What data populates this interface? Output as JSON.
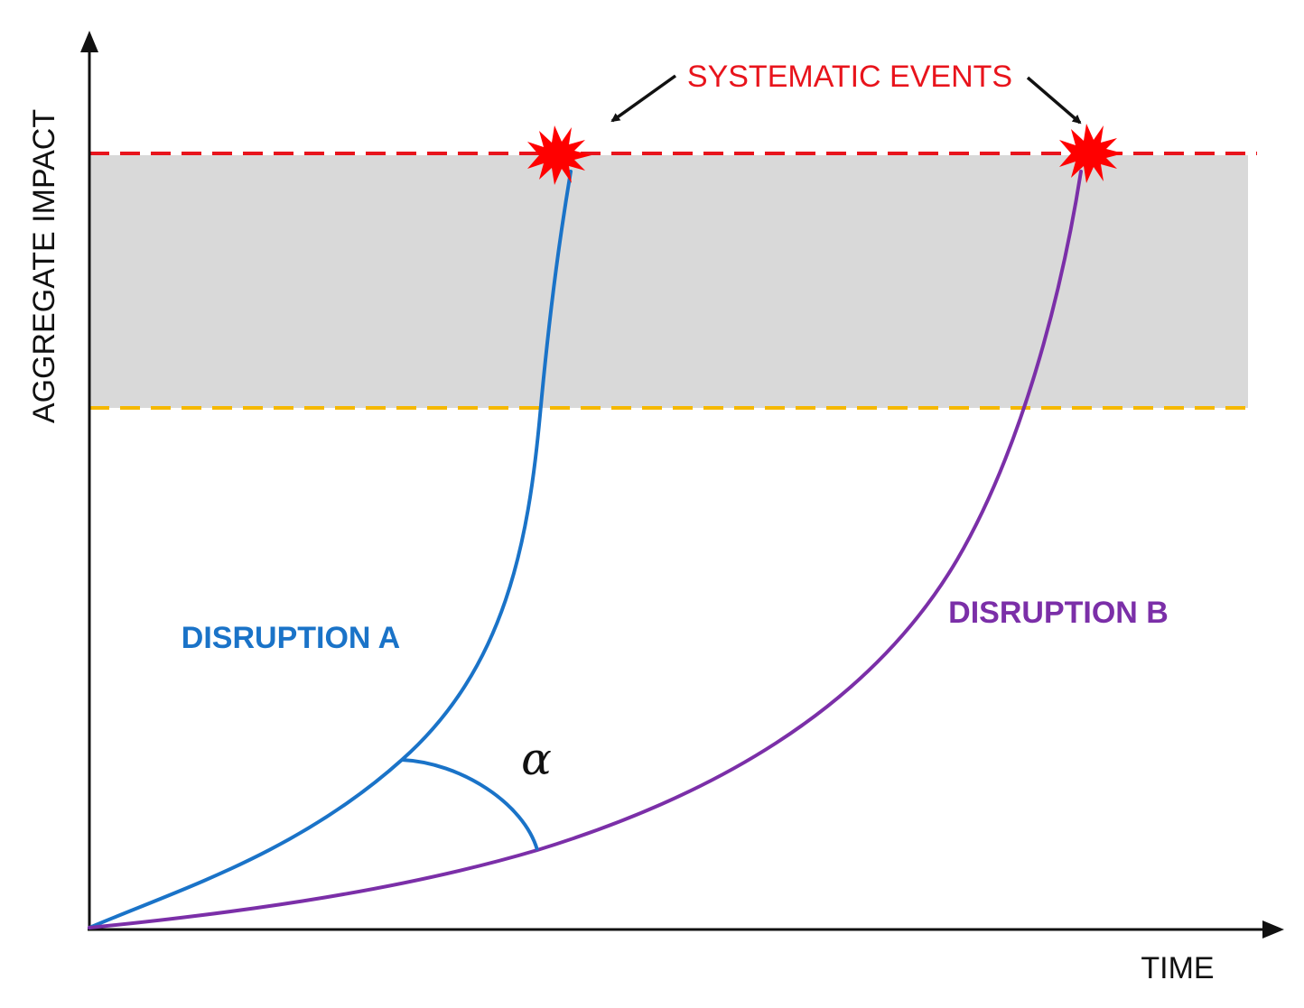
{
  "axes": {
    "y_label": "AGGREGATE IMPACT",
    "x_label": "TIME"
  },
  "annotations": {
    "events_label": "SYSTEMATIC EVENTS",
    "angle_symbol": "α"
  },
  "series": {
    "a": {
      "label": "DISRUPTION A",
      "color": "#1a73c8"
    },
    "b": {
      "label": "DISRUPTION B",
      "color": "#7b2fa8"
    }
  },
  "colors": {
    "upper_threshold": "#e8141c",
    "lower_threshold": "#f5b800",
    "zone": "#d9d9d9",
    "event": "#ff0000"
  }
}
